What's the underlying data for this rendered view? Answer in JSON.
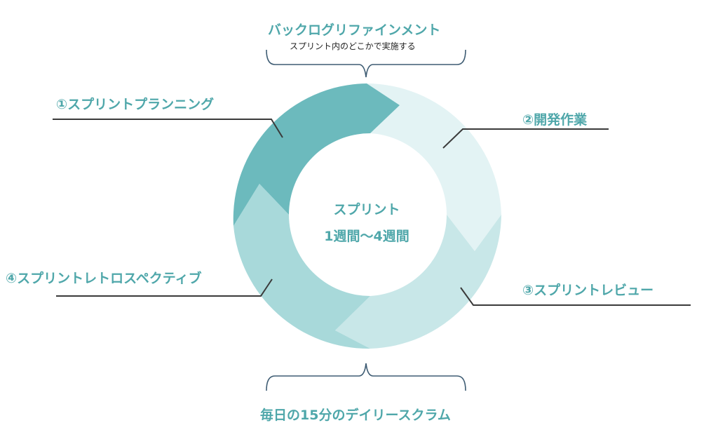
{
  "colors": {
    "accent": "#4fa7aa",
    "phase1": "#6cbabd",
    "phase2": "#e3f3f4",
    "phase3": "#c8e7e8",
    "phase4": "#a8d9da",
    "line": "#3a3a3a",
    "bracket": "#3e5c73"
  },
  "top": {
    "title": "バックログリファインメント",
    "subtitle": "スプリント内のどこかで実施する"
  },
  "phases": [
    {
      "label": "①スプリントプランニング"
    },
    {
      "label": "②開発作業"
    },
    {
      "label": "③スプリントレビュー"
    },
    {
      "label": "④スプリントレトロスペクティブ"
    }
  ],
  "center": {
    "line1": "スプリント",
    "line2": "1週間〜4週間"
  },
  "bottom": {
    "title": "毎日の15分のデイリースクラム"
  }
}
